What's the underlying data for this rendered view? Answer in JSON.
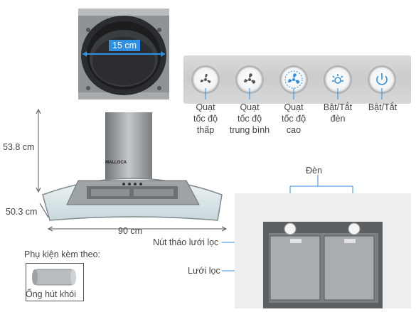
{
  "duct": {
    "size_label": "15 cm"
  },
  "controls": {
    "buttons": [
      {
        "label_lines": [
          "Quạt",
          "tốc độ",
          "thấp"
        ],
        "icon": "fan-low-icon"
      },
      {
        "label_lines": [
          "Quạt",
          "tốc độ",
          "trung bình"
        ],
        "icon": "fan-medium-icon"
      },
      {
        "label_lines": [
          "Quạt",
          "tốc độ",
          "cao"
        ],
        "icon": "fan-high-icon"
      },
      {
        "label_lines": [
          "Bật/Tắt",
          "đèn"
        ],
        "icon": "light-toggle-icon"
      },
      {
        "label_lines": [
          "Bật/Tắt"
        ],
        "icon": "power-icon"
      }
    ]
  },
  "dimensions": {
    "height": "53.8 cm",
    "depth": "50.3 cm",
    "width": "90 cm"
  },
  "hood": {
    "brand_text": "MALLOCA"
  },
  "filter": {
    "light_label": "Đèn",
    "release_label": "Nút tháo lưới lọc",
    "filter_label": "Lưới lọc"
  },
  "accessory": {
    "title": "Phụ kiện kèm theo:",
    "item_label": "Ống hút khói"
  },
  "colors": {
    "accent": "#2f8fe0",
    "steel": "#a7abae",
    "glass": "#d7e3e6"
  }
}
